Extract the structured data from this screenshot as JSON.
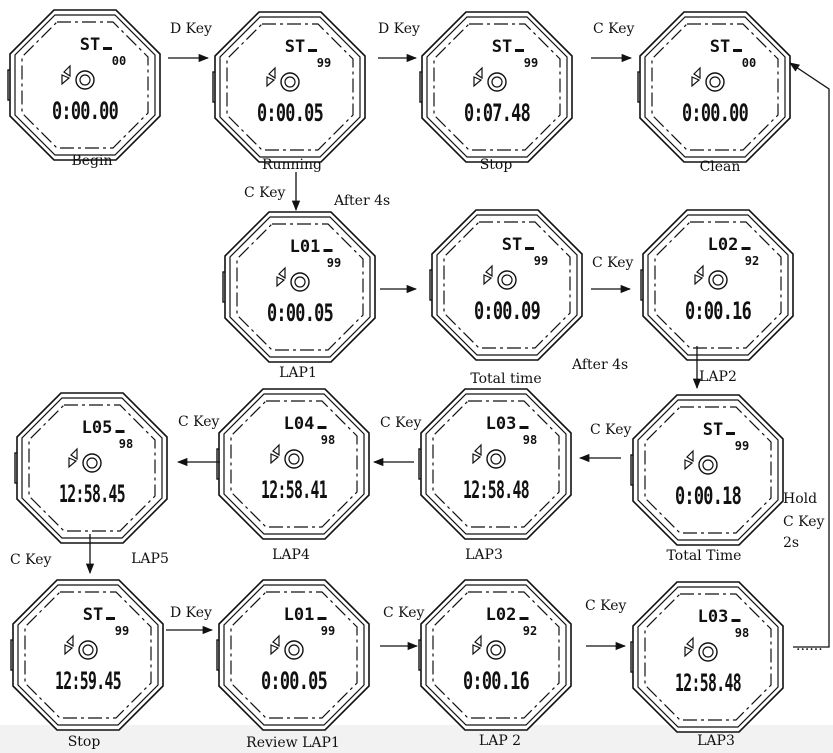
{
  "watches": [
    {
      "top": "ST",
      "small": "00",
      "time": "0:00.00",
      "caption": "Begin"
    },
    {
      "top": "ST",
      "small": "99",
      "time": "0:00.05",
      "caption": "Running"
    },
    {
      "top": "ST",
      "small": "99",
      "time": "0:07.48",
      "caption": "Stop"
    },
    {
      "top": "ST",
      "small": "00",
      "time": "0:00.00",
      "caption": "Clean"
    },
    {
      "top": "L01",
      "small": "99",
      "time": "0:00.05",
      "caption": "LAP1"
    },
    {
      "top": "ST",
      "small": "99",
      "time": "0:00.09",
      "caption": "Total time"
    },
    {
      "top": "L02",
      "small": "92",
      "time": "0:00.16",
      "caption": "LAP2"
    },
    {
      "top": "L05",
      "small": "98",
      "time": "12:58.45",
      "caption": "LAP5"
    },
    {
      "top": "L04",
      "small": "98",
      "time": "12:58.41",
      "caption": "LAP4"
    },
    {
      "top": "L03",
      "small": "98",
      "time": "12:58.48",
      "caption": "LAP3"
    },
    {
      "top": "ST",
      "small": "99",
      "time": "0:00.18",
      "caption": "Total Time"
    },
    {
      "top": "ST",
      "small": "99",
      "time": "12:59.45",
      "caption": "Stop"
    },
    {
      "top": "L01",
      "small": "99",
      "time": "0:00.05",
      "caption": "Review LAP1"
    },
    {
      "top": "L02",
      "small": "92",
      "time": "0:00.16",
      "caption": "LAP 2"
    },
    {
      "top": "L03",
      "small": "98",
      "time": "12:58.48",
      "caption": "LAP3"
    }
  ],
  "transitions": [
    {
      "text": "D Key"
    },
    {
      "text": "D Key"
    },
    {
      "text": "C Key"
    },
    {
      "text": "C Key"
    },
    {
      "text": "After 4s"
    },
    {
      "text": "C Key"
    },
    {
      "text": "After 4s"
    },
    {
      "text": "C Key"
    },
    {
      "text": "C Key"
    },
    {
      "text": "C Key"
    },
    {
      "text": "C Key"
    },
    {
      "text": "D Key"
    },
    {
      "text": "C Key"
    },
    {
      "text": "C Key"
    },
    {
      "text": "C Key"
    }
  ],
  "hold_label": {
    "line1": "Hold",
    "line2": "C Key",
    "line3": "2s"
  },
  "continuation": "......"
}
